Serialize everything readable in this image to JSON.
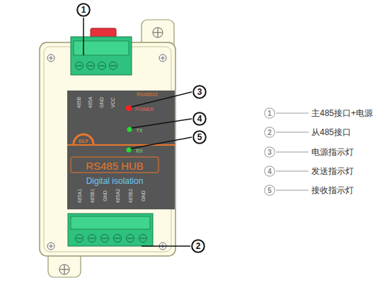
{
  "diagram": {
    "nodes": [
      {
        "text": [
          "1"
        ]
      },
      {
        "text": [
          "3"
        ]
      },
      {
        "text": [
          "4"
        ]
      },
      {
        "text": [
          "5"
        ]
      },
      {
        "text": [
          "2"
        ]
      },
      {
        "text": [
          "1"
        ]
      },
      {
        "text": [
          "2"
        ]
      },
      {
        "text": [
          "3"
        ]
      },
      {
        "text": [
          "4"
        ]
      },
      {
        "text": [
          "5"
        ]
      }
    ],
    "labels": [
      "485B",
      "485A",
      "GND",
      "VCC",
      "RS485X2",
      "POWER",
      "TX",
      "DLY",
      "RX",
      "RS485 HUB",
      "Digital isolation",
      "485A1",
      "485B1",
      "GND",
      "485A2",
      "485B2",
      "GND"
    ],
    "legend": [
      {
        "text": "主485接口+电源"
      },
      {
        "text": "从485接口"
      },
      {
        "text": "电源指示灯"
      },
      {
        "text": "发送指示灯"
      },
      {
        "text": "接收指示灯"
      }
    ]
  }
}
